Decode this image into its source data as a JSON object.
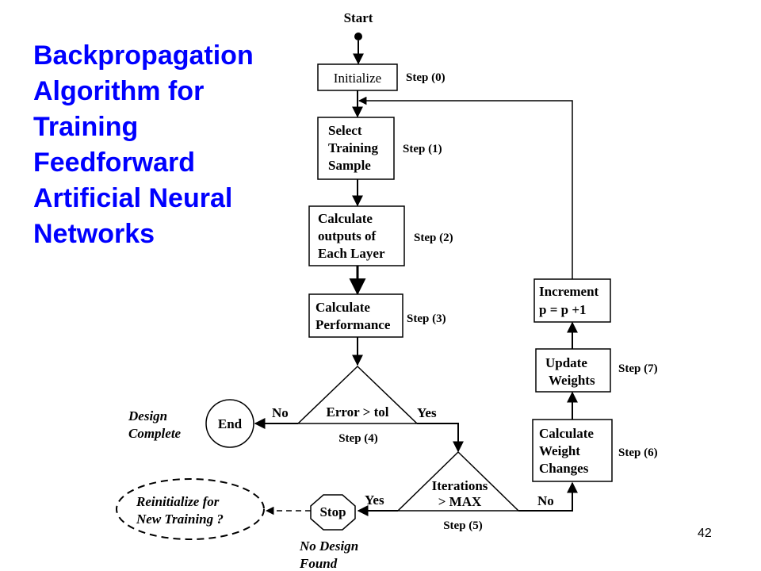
{
  "title_lines": [
    "Backpropagation",
    "Algorithm for",
    "Training",
    "Feedforward",
    "Artificial Neural",
    "Networks"
  ],
  "page_number": "42",
  "flowchart": {
    "start": "Start",
    "initialize": "Initialize",
    "select": [
      "Select",
      "Training",
      "Sample"
    ],
    "calc_outputs": [
      "Calculate",
      "outputs of",
      "Each Layer"
    ],
    "calc_perf": [
      "Calculate",
      "Performance"
    ],
    "error_check": "Error > tol",
    "iter_check": [
      "Iterations",
      "> MAX"
    ],
    "calc_weights": [
      "Calculate",
      "Weight",
      "Changes"
    ],
    "update": [
      "Update",
      "Weights"
    ],
    "increment": [
      "Increment",
      "p = p +1"
    ],
    "end": "End",
    "stop": "Stop",
    "design_complete": [
      "Design",
      "Complete"
    ],
    "no_design": [
      "No Design",
      "Found"
    ],
    "reinit": [
      "Reinitialize for",
      "New Training ?"
    ],
    "no": "No",
    "yes": "Yes",
    "steps": [
      "Step (0)",
      "Step (1)",
      "Step (2)",
      "Step (3)",
      "Step (4)",
      "Step (5)",
      "Step (6)",
      "Step (7)"
    ]
  }
}
